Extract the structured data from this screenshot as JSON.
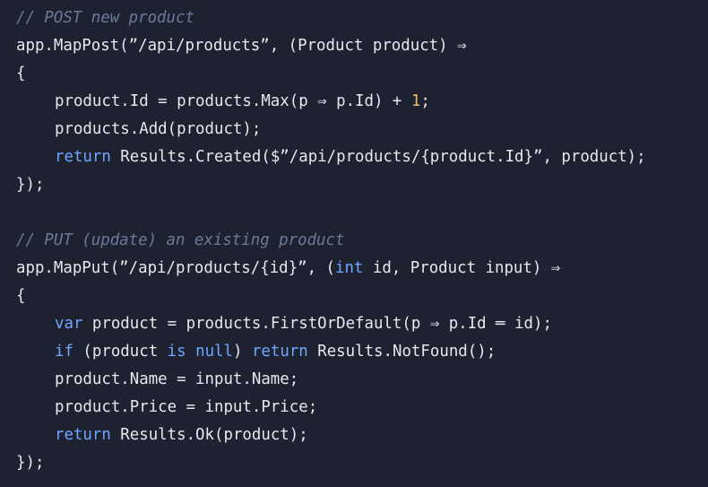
{
  "code": {
    "language": "csharp",
    "lines": [
      {
        "indent": 0,
        "tokens": [
          {
            "type": "comment",
            "text": "// POST new product"
          }
        ]
      },
      {
        "indent": 0,
        "tokens": [
          {
            "type": "plain",
            "text": "app.MapPost(”/api/products”, (Product product) ⇒"
          }
        ]
      },
      {
        "indent": 0,
        "tokens": [
          {
            "type": "plain",
            "text": "{"
          }
        ]
      },
      {
        "indent": 1,
        "tokens": [
          {
            "type": "plain",
            "text": "product.Id = products.Max(p ⇒ p.Id) + "
          },
          {
            "type": "number",
            "text": "1"
          },
          {
            "type": "plain",
            "text": ";"
          }
        ]
      },
      {
        "indent": 1,
        "tokens": [
          {
            "type": "plain",
            "text": "products.Add(product);"
          }
        ]
      },
      {
        "indent": 1,
        "tokens": [
          {
            "type": "keyword",
            "text": "return"
          },
          {
            "type": "plain",
            "text": " Results.Created($”/api/products/{product.Id}”, product);"
          }
        ]
      },
      {
        "indent": 0,
        "tokens": [
          {
            "type": "plain",
            "text": "});"
          }
        ]
      },
      {
        "indent": 0,
        "tokens": []
      },
      {
        "indent": 0,
        "tokens": [
          {
            "type": "comment",
            "text": "// PUT (update) an existing product"
          }
        ]
      },
      {
        "indent": 0,
        "tokens": [
          {
            "type": "plain",
            "text": "app.MapPut(”/api/products/{id}”, ("
          },
          {
            "type": "keyword",
            "text": "int"
          },
          {
            "type": "plain",
            "text": " id, Product input) ⇒"
          }
        ]
      },
      {
        "indent": 0,
        "tokens": [
          {
            "type": "plain",
            "text": "{"
          }
        ]
      },
      {
        "indent": 1,
        "tokens": [
          {
            "type": "keyword",
            "text": "var"
          },
          {
            "type": "plain",
            "text": " product = products.FirstOrDefault(p ⇒ p.Id ═ id);"
          }
        ]
      },
      {
        "indent": 1,
        "tokens": [
          {
            "type": "keyword",
            "text": "if"
          },
          {
            "type": "plain",
            "text": " (product "
          },
          {
            "type": "keyword",
            "text": "is"
          },
          {
            "type": "plain",
            "text": " "
          },
          {
            "type": "keyword",
            "text": "null"
          },
          {
            "type": "plain",
            "text": ") "
          },
          {
            "type": "keyword",
            "text": "return"
          },
          {
            "type": "plain",
            "text": " Results.NotFound();"
          }
        ]
      },
      {
        "indent": 1,
        "tokens": [
          {
            "type": "plain",
            "text": "product.Name = input.Name;"
          }
        ]
      },
      {
        "indent": 1,
        "tokens": [
          {
            "type": "plain",
            "text": "product.Price = input.Price;"
          }
        ]
      },
      {
        "indent": 1,
        "tokens": [
          {
            "type": "keyword",
            "text": "return"
          },
          {
            "type": "plain",
            "text": " Results.Ok(product);"
          }
        ]
      },
      {
        "indent": 0,
        "tokens": [
          {
            "type": "plain",
            "text": "});"
          }
        ]
      }
    ]
  },
  "colors": {
    "background": "#1e2230",
    "text": "#e6e8f0",
    "comment": "#6b7a9a",
    "keyword": "#6fa6ff",
    "number": "#f2b96b"
  }
}
